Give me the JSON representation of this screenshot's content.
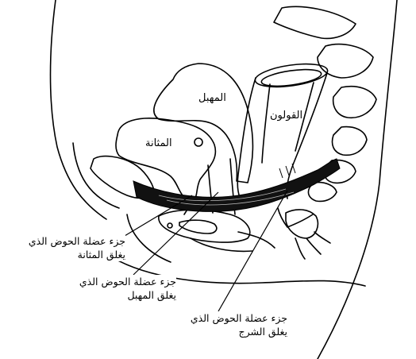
{
  "organs": {
    "uterus": "المهبل",
    "colon": "القولون",
    "bladder": "المثانة"
  },
  "callouts": [
    {
      "line1": "جزء عضلة الحوض الذي",
      "line2": "يغلق المثانة"
    },
    {
      "line1": "جزء عضلة الحوض الذي",
      "line2": "يغلق المهبل"
    },
    {
      "line1": "جزء عضلة الحوض الذي",
      "line2": "يغلق الشرج"
    }
  ]
}
